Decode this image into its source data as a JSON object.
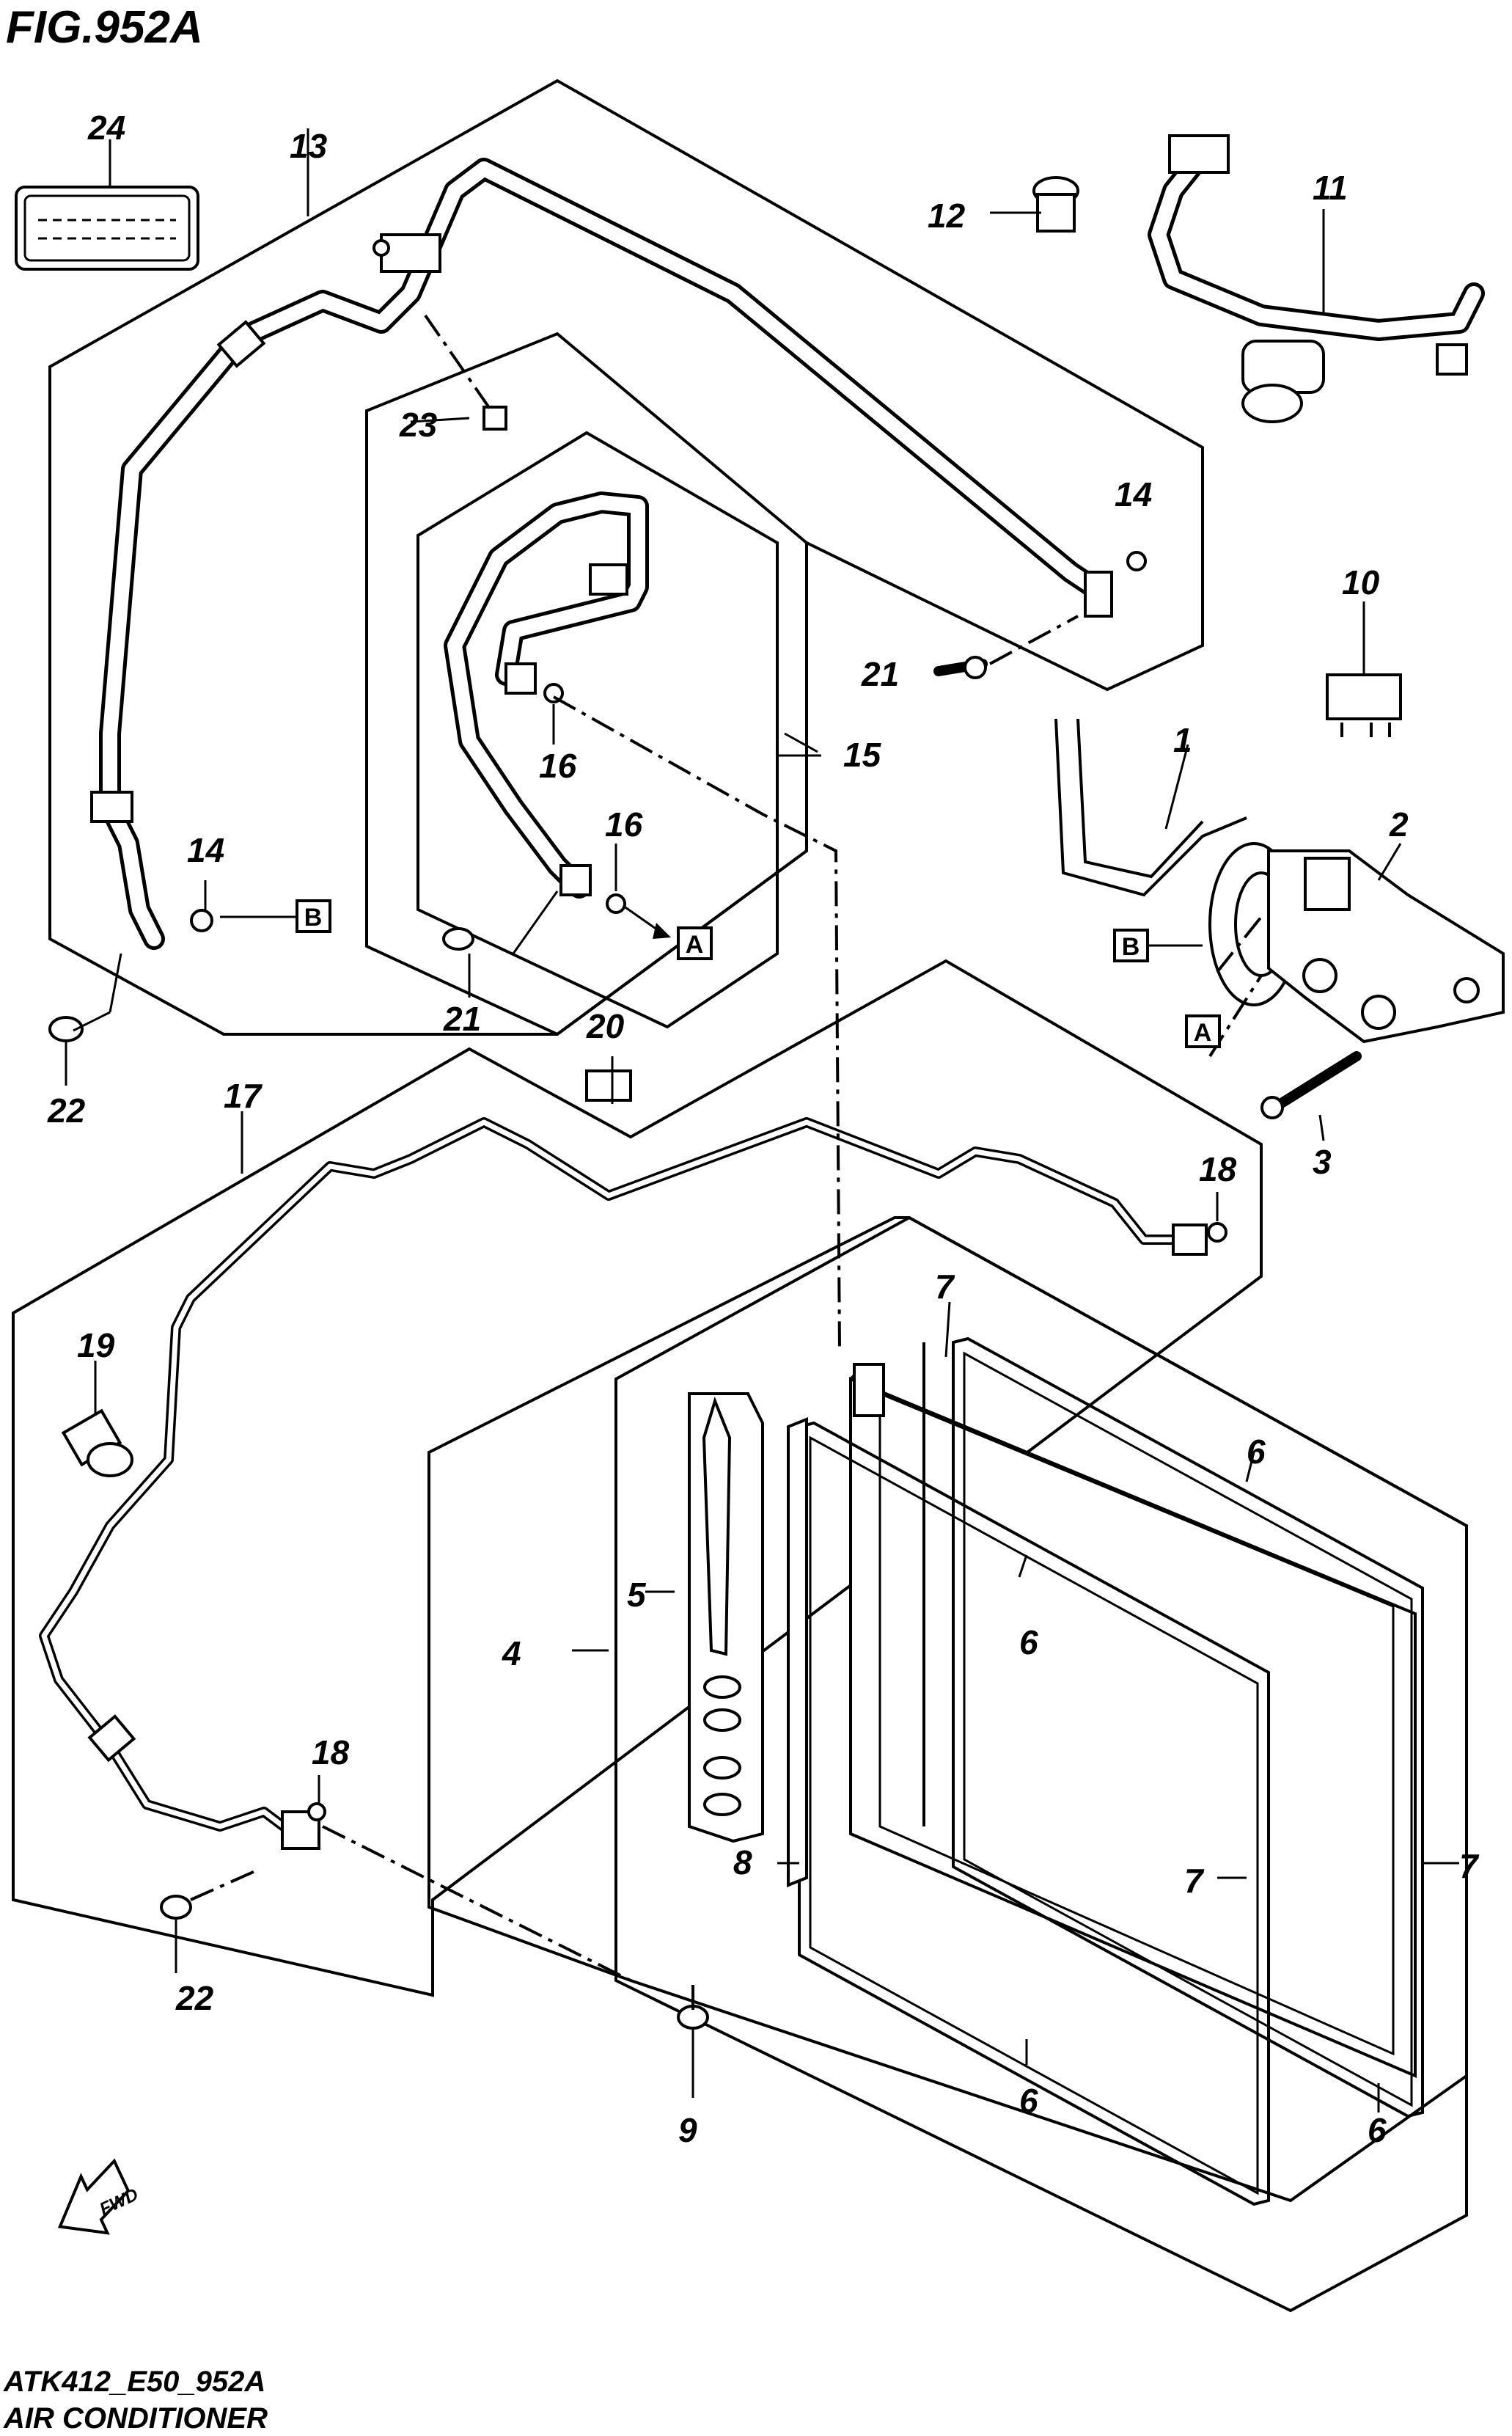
{
  "figure": {
    "title": "FIG.952A",
    "code": "ATK412_E50_952A",
    "name": "AIR CONDITIONER",
    "fwd_label": "FWD"
  },
  "callouts": {
    "c1": "1",
    "c2": "2",
    "c3": "3",
    "c4": "4",
    "c5": "5",
    "c6a": "6",
    "c6b": "6",
    "c6c": "6",
    "c6d": "6",
    "c7a": "7",
    "c7b": "7",
    "c7c": "7",
    "c8": "8",
    "c9": "9",
    "c10": "10",
    "c11": "11",
    "c12": "12",
    "c13": "13",
    "c14a": "14",
    "c14b": "14",
    "c15": "15",
    "c16a": "16",
    "c16b": "16",
    "c17": "17",
    "c18a": "18",
    "c18b": "18",
    "c19": "19",
    "c20": "20",
    "c21a": "21",
    "c21b": "21",
    "c22a": "22",
    "c22b": "22",
    "c23": "23",
    "c24": "24"
  },
  "refs": {
    "a1": "A",
    "a2": "A",
    "b1": "B",
    "b2": "B"
  }
}
